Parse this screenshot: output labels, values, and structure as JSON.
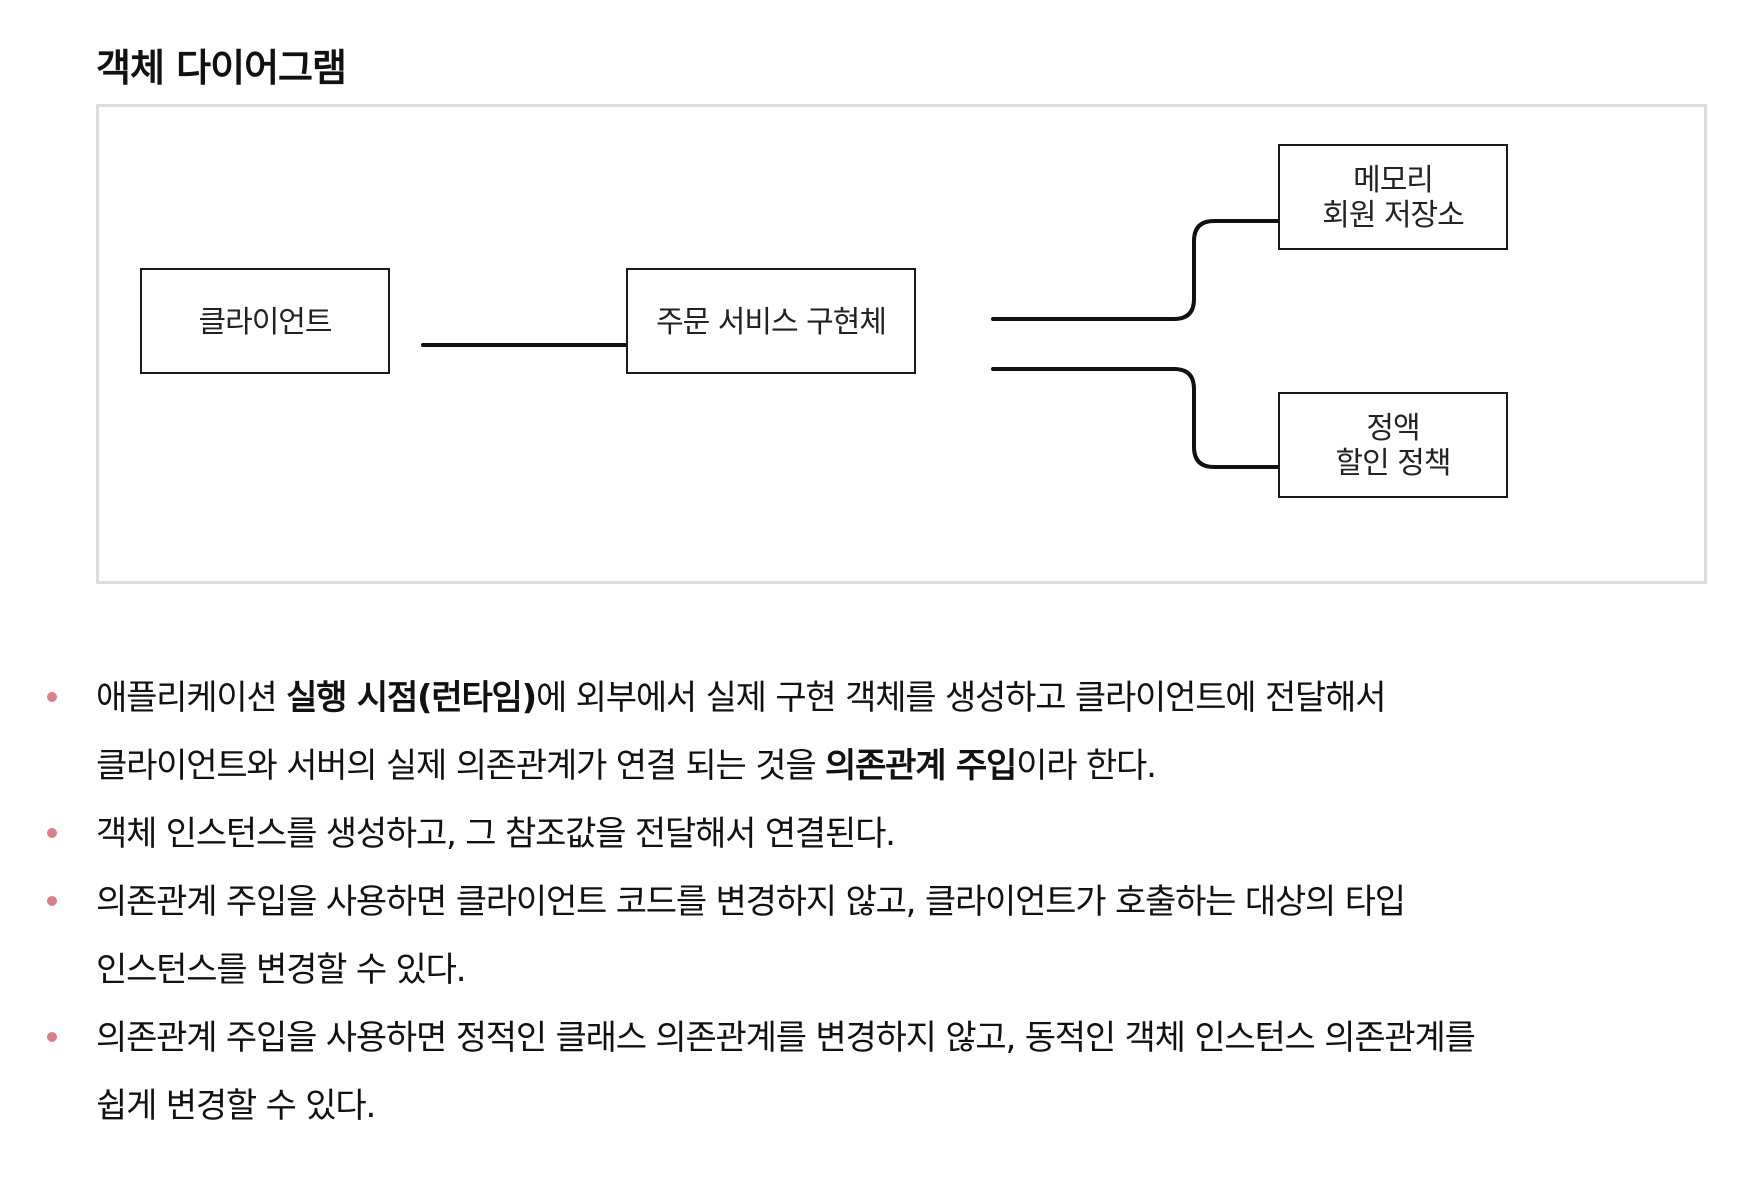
{
  "heading": "객체 다이어그램",
  "diagram": {
    "nodes": {
      "client": {
        "lines": [
          "클라이언트"
        ]
      },
      "order_service": {
        "lines": [
          "주문 서비스 구현체"
        ]
      },
      "memory_repo": {
        "lines": [
          "메모리",
          "회원 저장소"
        ]
      },
      "fixed_discount": {
        "lines": [
          "정액",
          "할인 정책"
        ]
      }
    }
  },
  "bullets": [
    {
      "lines": [
        [
          {
            "text": "애플리케이션 ",
            "bold": false
          },
          {
            "text": "실행 시점(런타임)",
            "bold": true
          },
          {
            "text": "에 외부에서 실제 구현 객체를 생성하고 클라이언트에 전달해서",
            "bold": false
          }
        ],
        [
          {
            "text": "클라이언트와 서버의 실제 의존관계가 연결 되는 것을 ",
            "bold": false
          },
          {
            "text": "의존관계 주입",
            "bold": true
          },
          {
            "text": "이라 한다.",
            "bold": false
          }
        ]
      ]
    },
    {
      "lines": [
        [
          {
            "text": "객체 인스턴스를 생성하고, 그 참조값을 전달해서 연결된다.",
            "bold": false
          }
        ]
      ]
    },
    {
      "lines": [
        [
          {
            "text": "의존관계 주입을 사용하면 클라이언트 코드를 변경하지 않고, 클라이언트가 호출하는 대상의 타입",
            "bold": false
          }
        ],
        [
          {
            "text": "인스턴스를 변경할 수 있다.",
            "bold": false
          }
        ]
      ]
    },
    {
      "lines": [
        [
          {
            "text": "의존관계 주입을 사용하면 정적인 클래스 의존관계를 변경하지 않고, 동적인 객체 인스턴스 의존관계를",
            "bold": false
          }
        ],
        [
          {
            "text": "쉽게 변경할 수 있다.",
            "bold": false
          }
        ]
      ]
    }
  ],
  "colors": {
    "bullet": "#d9808a",
    "frame_border": "#dcdcdc",
    "text": "#111111"
  }
}
